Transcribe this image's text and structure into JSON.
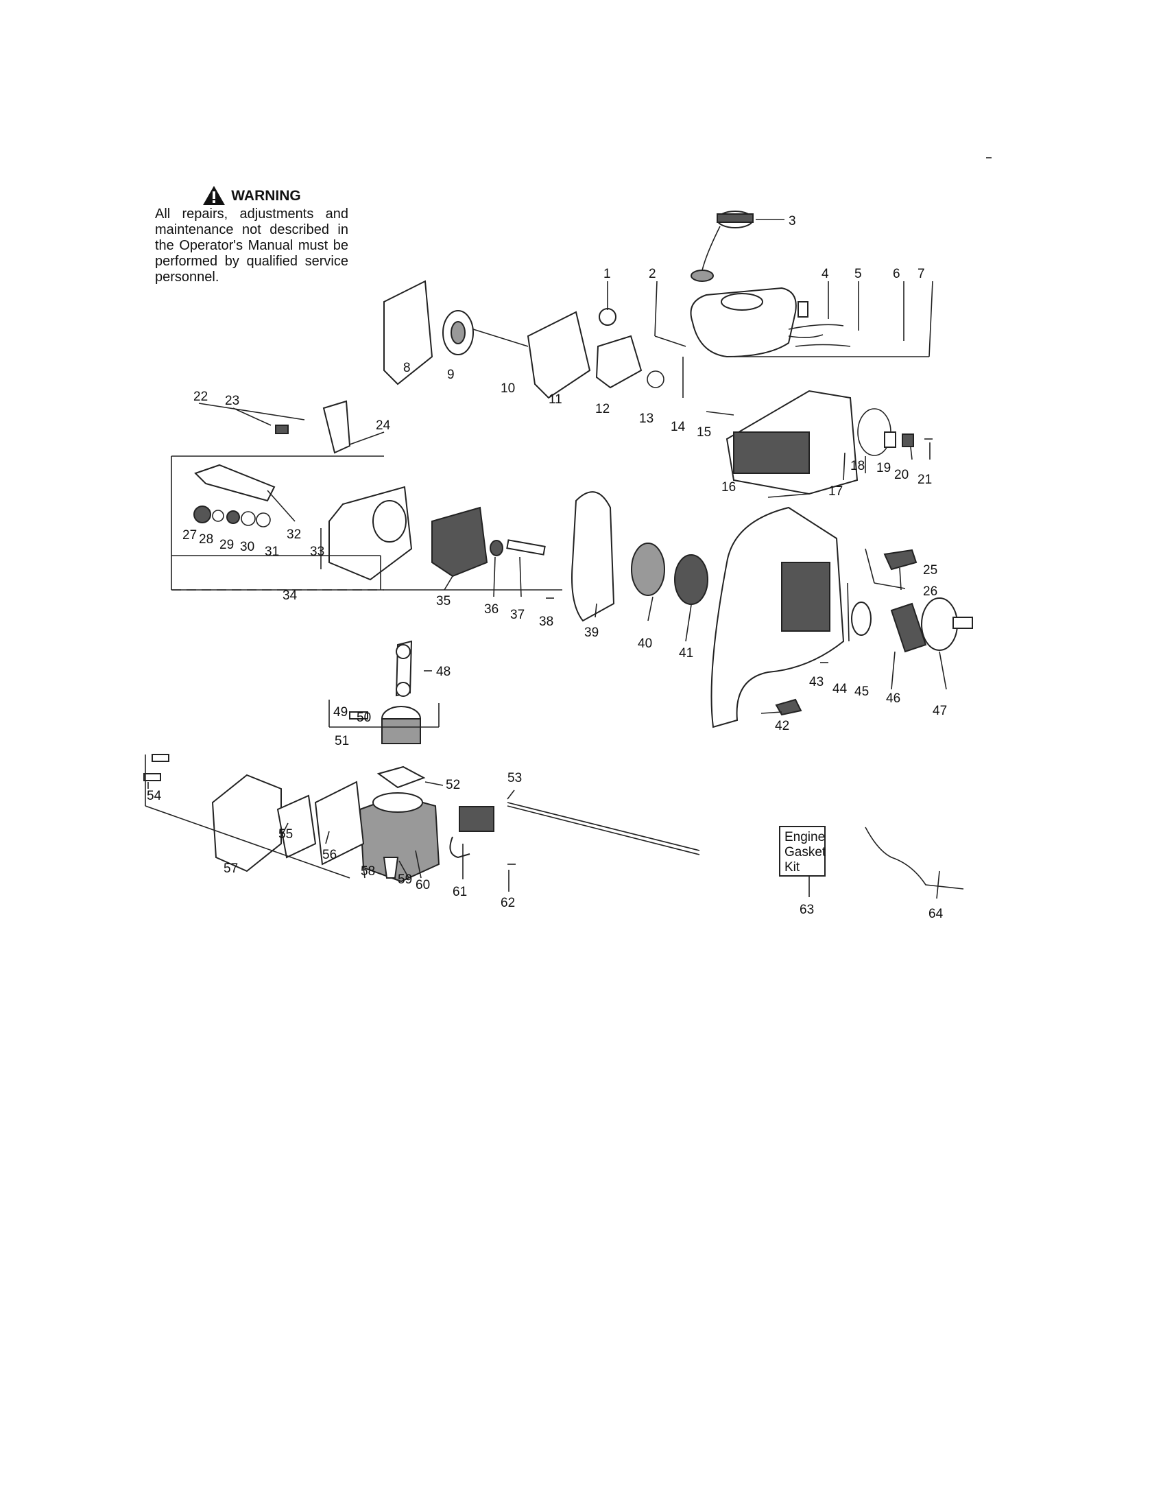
{
  "warning": {
    "icon": "warning-triangle-icon",
    "title": "WARNING",
    "text": "All repairs, adjustments and maintenance not described in the Operator's Manual must be performed by qualified service personnel."
  },
  "kit_box": {
    "line1": "Engine",
    "line2": "Gasket",
    "line3": "Kit"
  },
  "part_labels": [
    "1",
    "2",
    "3",
    "4",
    "5",
    "6",
    "7",
    "8",
    "9",
    "10",
    "11",
    "12",
    "13",
    "14",
    "15",
    "16",
    "17",
    "18",
    "19",
    "20",
    "21",
    "22",
    "23",
    "24",
    "25",
    "26",
    "27",
    "28",
    "29",
    "30",
    "31",
    "32",
    "33",
    "34",
    "35",
    "36",
    "37",
    "38",
    "39",
    "40",
    "41",
    "42",
    "43",
    "44",
    "45",
    "46",
    "47",
    "48",
    "49",
    "50",
    "51",
    "52",
    "53",
    "54",
    "55",
    "56",
    "57",
    "58",
    "59",
    "60",
    "61",
    "62",
    "63",
    "64"
  ]
}
